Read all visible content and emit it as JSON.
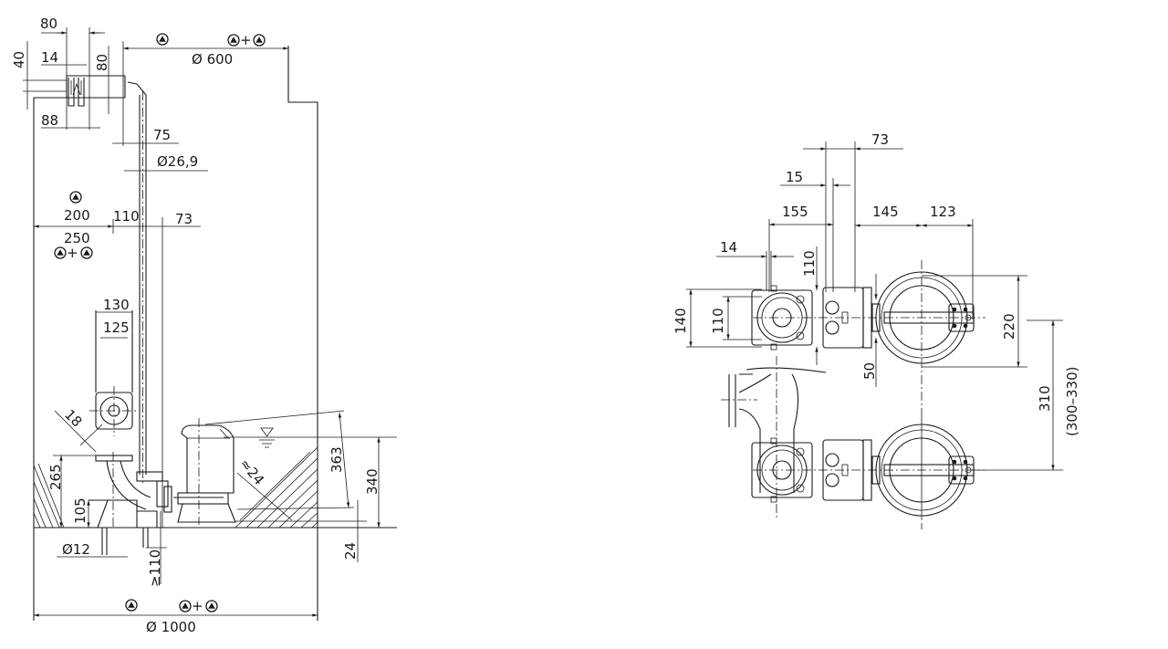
{
  "side_view": {
    "dim_tank_top_diameter": "Ø 600",
    "dim_tank_diameter": "Ø 1000",
    "dim_80_top": "80",
    "dim_40": "40",
    "dim_14": "14",
    "dim_80_vertical": "80",
    "dim_88": "88",
    "dim_75": "75",
    "dim_pipe_diameter": "Ø26,9",
    "dim_200": "200",
    "dim_110": "110",
    "dim_73": "73",
    "dim_250": "250",
    "dim_130": "130",
    "dim_125": "125",
    "dim_18": "18",
    "dim_265": "265",
    "dim_105": "105",
    "dim_bolt_diameter": "Ø12",
    "dim_min_110": "≥110",
    "dim_approx_24": "≈24",
    "dim_363": "363",
    "dim_340": "340",
    "dim_24": "24",
    "plus": "+"
  },
  "plan_view": {
    "dim_73": "73",
    "dim_15": "15",
    "dim_155": "155",
    "dim_145": "145",
    "dim_123": "123",
    "dim_14": "14",
    "dim_110_vertical": "110",
    "dim_140": "140",
    "dim_110": "110",
    "dim_220": "220",
    "dim_50": "50",
    "dim_310": "310",
    "dim_310_range": "(300–330)"
  },
  "markers": {
    "symbol": "circled-triangle"
  }
}
